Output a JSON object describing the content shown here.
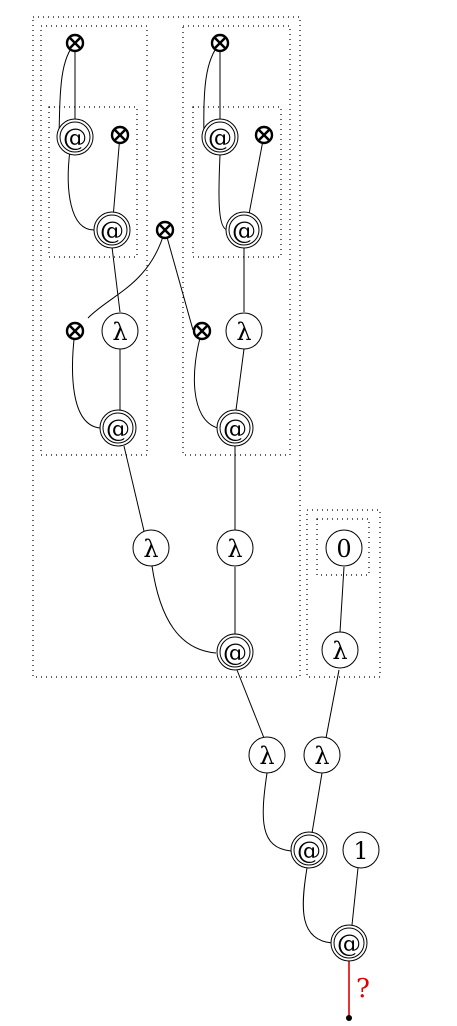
{
  "nodes": {
    "app_label": "@",
    "lambda_label": "λ",
    "zero_label": "0",
    "one_label": "1"
  },
  "root": {
    "question_label": "?",
    "wire_color": "#e00000"
  }
}
